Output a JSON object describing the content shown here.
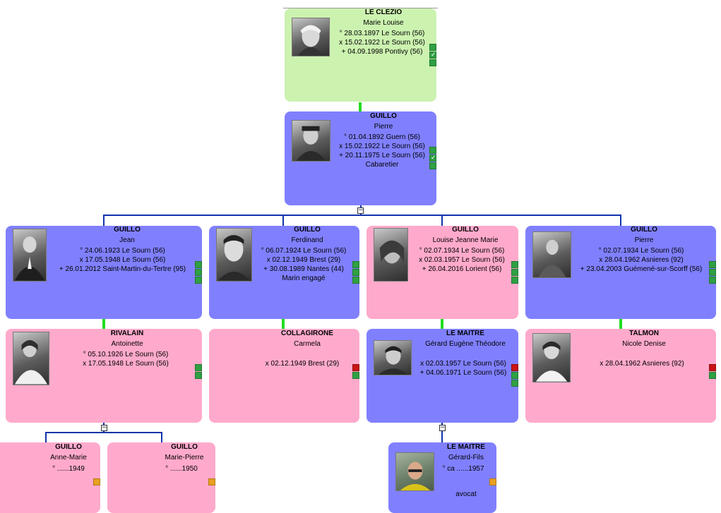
{
  "cards": {
    "marie_louise": {
      "surname": "LE CLEZIO",
      "given": "Marie Louise",
      "lines": [
        "° 28.03.1897 Le Sourn (56)",
        "x 15.02.1922 Le Sourn (56)",
        "+ 04.09.1998 Pontivy (56)"
      ]
    },
    "pierre_root": {
      "surname": "GUILLO",
      "given": "Pierre",
      "lines": [
        "° 01.04.1892 Guern (56)",
        "x 15.02.1922 Le Sourn (56)",
        "+ 20.11.1975 Le Sourn (56)",
        "Cabaretier"
      ]
    },
    "jean": {
      "surname": "GUILLO",
      "given": "Jean",
      "lines": [
        "° 24.06.1923 Le Sourn (56)",
        "x 17.05.1948 Le Sourn (56)",
        "+ 26.01.2012 Saint-Martin-du-Tertre (95)"
      ]
    },
    "ferdinand": {
      "surname": "GUILLO",
      "given": "Ferdinand",
      "lines": [
        "° 06.07.1924 Le Sourn (56)",
        "x 02.12.1949 Brest (29)",
        "+ 30.08.1989 Nantes (44)",
        "Marin engagé"
      ]
    },
    "louise": {
      "surname": "GUILLO",
      "given": "Louise Jeanne Marie",
      "lines": [
        "° 02.07.1934 Le Sourn (56)",
        "x 02.03.1957 Le Sourn (56)",
        "+ 26.04.2016 Lorient (56)"
      ]
    },
    "pierre_child": {
      "surname": "GUILLO",
      "given": "Pierre",
      "lines": [
        "° 02.07.1934 Le Sourn (56)",
        "x 28.04.1962 Asnieres (92)",
        "+ 23.04.2003 Guémené-sur-Scorff (56)"
      ]
    },
    "antoinette": {
      "surname": "RIVALAIN",
      "given": "Antoinette",
      "lines": [
        "° 05.10.1926 Le Sourn (56)",
        "x 17.05.1948 Le Sourn (56)"
      ]
    },
    "carmela": {
      "surname": "COLLAGIRONE",
      "given": "Carmela",
      "lines": [
        "x 02.12.1949 Brest (29)"
      ]
    },
    "gerard": {
      "surname": "LE MAITRE",
      "given": "Gérard Eugène Théodore",
      "lines": [
        "x 02.03.1957 Le Sourn (56)",
        "+ 04.06.1971 Le Sourn (56)"
      ]
    },
    "nicole": {
      "surname": "TALMON",
      "given": "Nicole Denise",
      "lines": [
        "x 28.04.1962 Asnieres (92)"
      ]
    },
    "anne_marie": {
      "surname": "GUILLO",
      "given": "Anne-Marie",
      "lines": [
        "° ......1949"
      ]
    },
    "marie_pierre": {
      "surname": "GUILLO",
      "given": "Marie-Pierre",
      "lines": [
        "° ......1950"
      ]
    },
    "gerard_fils": {
      "surname": "LE MAITRE",
      "given": "Gérard-Fils",
      "lines": [
        "° ca ......1957"
      ],
      "note": "avocat"
    }
  },
  "toggle_symbol": "−",
  "colors": {
    "ancestor": "#ccf2b0",
    "male": "#8080ff",
    "female": "#ffaacc",
    "link_green": "#22dd22",
    "link_blue": "#1133aa",
    "marker_green": "#2fa043",
    "marker_red": "#c81414",
    "marker_orange": "#e8a020"
  }
}
